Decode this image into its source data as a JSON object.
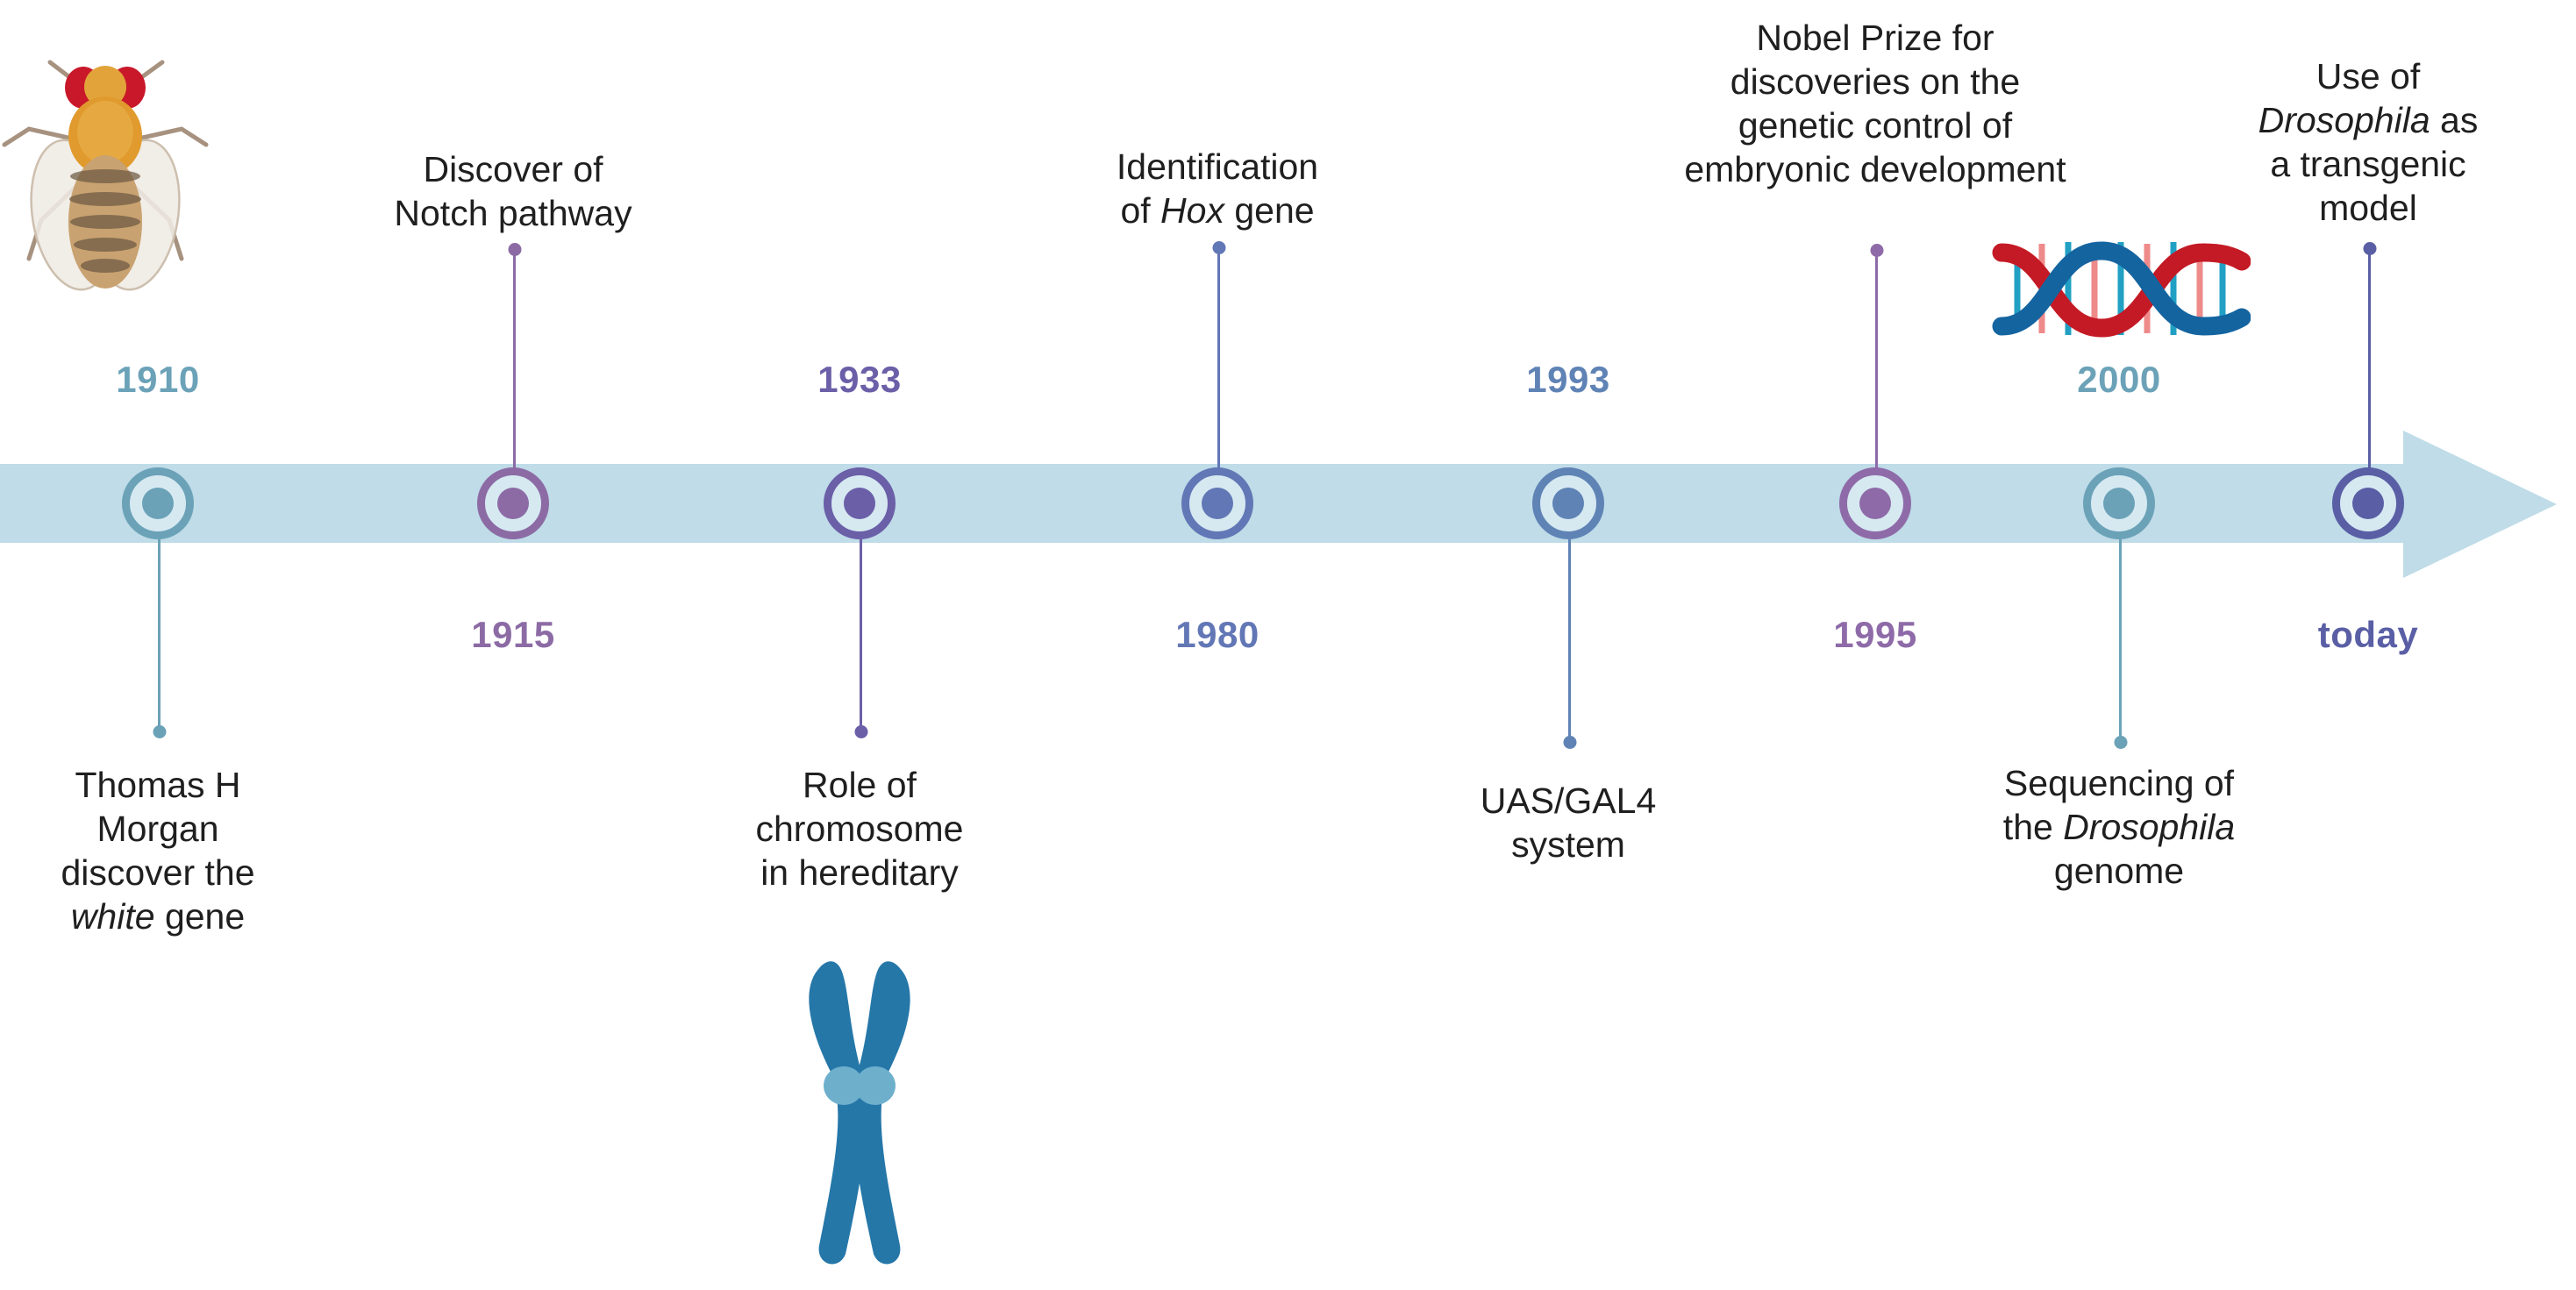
{
  "figure": {
    "kind": "horizontal-timeline",
    "subject": "History of Drosophila melanogaster research",
    "axis_direction": "left-to-right arrow",
    "bar_color": "#bfdce8",
    "background": "#ffffff"
  },
  "colors": {
    "teal": "#6ba2b8",
    "purple_light": "#8c6ba5",
    "purple_deep": "#6b5fa8",
    "blue_slate": "#6277b5",
    "blue_steel": "#5f83b5",
    "purple_mauve": "#8e6ba8",
    "indigo": "#5a5fa5",
    "marker_fill": "#d6e9f1",
    "caption_text": "#1f1f1f"
  },
  "events": [
    {
      "id": "morgan-white-gene",
      "year": "1910",
      "year_color": "#6ba2b8",
      "year_side": "above",
      "ring_color": "#6ba2b8",
      "dot_color": "#6ba2b8",
      "caption_side": "below",
      "caption_lines": [
        "Thomas H",
        "Morgan",
        "discover the",
        "white gene"
      ],
      "caption_italic_word": "white",
      "icon": "drosophila-fly-icon",
      "icon_side": "above"
    },
    {
      "id": "notch-pathway",
      "year": "1915",
      "year_color": "#8c6ba5",
      "year_side": "below",
      "ring_color": "#8c6ba5",
      "dot_color": "#8c6ba5",
      "caption_side": "above",
      "caption_lines": [
        "Discover of",
        "Notch pathway"
      ],
      "caption_italic_word": "",
      "icon": "",
      "icon_side": ""
    },
    {
      "id": "chromosome-heredity",
      "year": "1933",
      "year_color": "#6b5fa8",
      "year_side": "above",
      "ring_color": "#6b5fa8",
      "dot_color": "#6b5fa8",
      "caption_side": "below",
      "caption_lines": [
        "Role of",
        "chromosome",
        "in hereditary"
      ],
      "caption_italic_word": "",
      "icon": "chromosome-icon",
      "icon_side": "below"
    },
    {
      "id": "hox-gene",
      "year": "1980",
      "year_color": "#6277b5",
      "year_side": "below",
      "ring_color": "#6277b5",
      "dot_color": "#6277b5",
      "caption_side": "above",
      "caption_lines": [
        "Identification",
        "of Hox gene"
      ],
      "caption_italic_word": "Hox",
      "icon": "",
      "icon_side": ""
    },
    {
      "id": "uas-gal4",
      "year": "1993",
      "year_color": "#5f83b5",
      "year_side": "above",
      "ring_color": "#5f83b5",
      "dot_color": "#5f83b5",
      "caption_side": "below",
      "caption_lines": [
        "UAS/GAL4",
        "system"
      ],
      "caption_italic_word": "",
      "icon": "",
      "icon_side": ""
    },
    {
      "id": "nobel-prize",
      "year": "1995",
      "year_color": "#8e6ba8",
      "year_side": "below",
      "ring_color": "#8e6ba8",
      "dot_color": "#8e6ba8",
      "caption_side": "above",
      "caption_lines": [
        "Nobel Prize for",
        "discoveries on the",
        "genetic control of",
        "embryonic development"
      ],
      "caption_italic_word": "",
      "icon": "",
      "icon_side": ""
    },
    {
      "id": "genome-sequencing",
      "year": "2000",
      "year_color": "#6ba2b8",
      "year_side": "above",
      "ring_color": "#6ba2b8",
      "dot_color": "#6ba2b8",
      "caption_side": "below",
      "caption_lines": [
        "Sequencing of",
        "the Drosophila",
        "genome"
      ],
      "caption_italic_word": "Drosophila",
      "icon": "dna-helix-icon",
      "icon_side": "above"
    },
    {
      "id": "transgenic-model",
      "year": "today",
      "year_color": "#5a5fa5",
      "year_side": "below",
      "ring_color": "#5a5fa5",
      "dot_color": "#5a5fa5",
      "caption_side": "above",
      "caption_lines": [
        "Use of",
        "Drosophila as",
        "a transgenic",
        "model"
      ],
      "caption_italic_word": "Drosophila",
      "icon": "",
      "icon_side": ""
    }
  ]
}
